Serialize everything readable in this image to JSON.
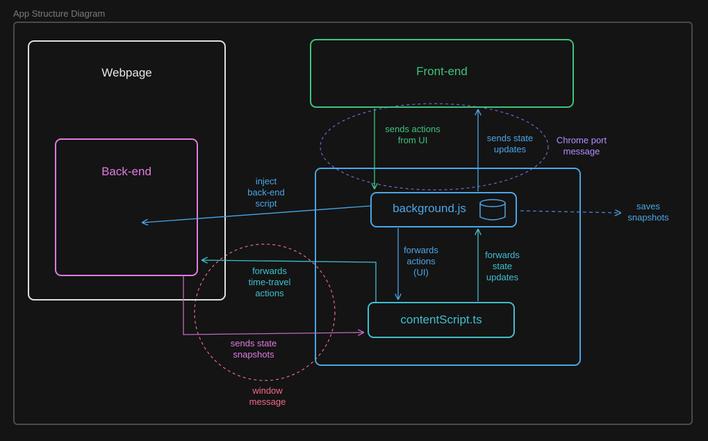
{
  "frame": {
    "title": "App Structure Diagram"
  },
  "colors": {
    "background": "#141414",
    "frame": "#4a4a4a",
    "webpage": "#e0e0e0",
    "backend": "#e07be0",
    "frontend": "#3ec47a",
    "blue": "#4aa6e8",
    "teal": "#40bfd0",
    "purple": "#b38cff",
    "pink": "#f06a8a",
    "dashed_blue": "#4a7ed8"
  },
  "nodes": {
    "webpage": "Webpage",
    "backend": "Back-end",
    "frontend": "Front-end",
    "background_js": "background.js",
    "content_script": "contentScript.ts"
  },
  "icons": {
    "storage": "database-icon"
  },
  "edges": {
    "inject": "inject\nback-end\nscript",
    "sends_actions": "sends actions\nfrom UI",
    "sends_state_updates": "sends state\nupdates",
    "chrome_port": "Chrome port\nmessage",
    "saves_snapshots": "saves\nsnapshots",
    "forwards_actions_ui": "forwards\nactions\n(UI)",
    "forwards_state_updates": "forwards\nstate\nupdates",
    "forwards_time_travel": "forwards\ntime-travel\nactions",
    "sends_state_snapshots": "sends state\nsnapshots",
    "window_message": "window\nmessage"
  }
}
